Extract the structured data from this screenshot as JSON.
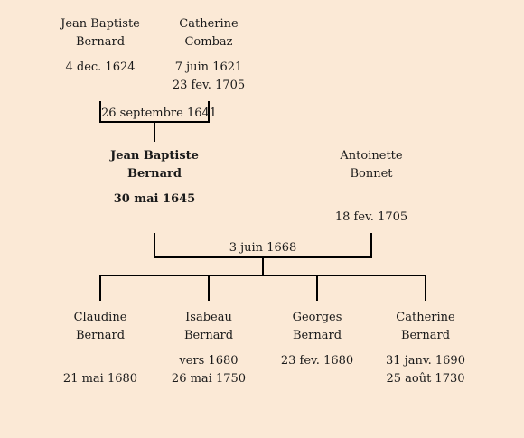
{
  "grandparents": {
    "father": {
      "first": "Jean Baptiste",
      "last": "Bernard",
      "birth": "4 dec. 1624",
      "death": ""
    },
    "mother": {
      "first": "Catherine",
      "last": "Combaz",
      "birth": "7 juin 1621",
      "death": "23 fev. 1705"
    },
    "marriage": "26 septembre 1641"
  },
  "parents": {
    "father": {
      "first": "Jean Baptiste",
      "last": "Bernard",
      "birth": "30 mai 1645"
    },
    "mother": {
      "first": "Antoinette",
      "last": "Bonnet",
      "death": "18 fev. 1705"
    },
    "marriage": "3 juin 1668"
  },
  "children": [
    {
      "first": "Claudine",
      "last": "Bernard",
      "line1": "",
      "line2": "21 mai 1680"
    },
    {
      "first": "Isabeau",
      "last": "Bernard",
      "line1": "vers 1680",
      "line2": "26 mai 1750"
    },
    {
      "first": "Georges",
      "last": "Bernard",
      "line1": "23 fev. 1680",
      "line2": ""
    },
    {
      "first": "Catherine",
      "last": "Bernard",
      "line1": "31 janv. 1690",
      "line2": "25 août 1730"
    }
  ]
}
